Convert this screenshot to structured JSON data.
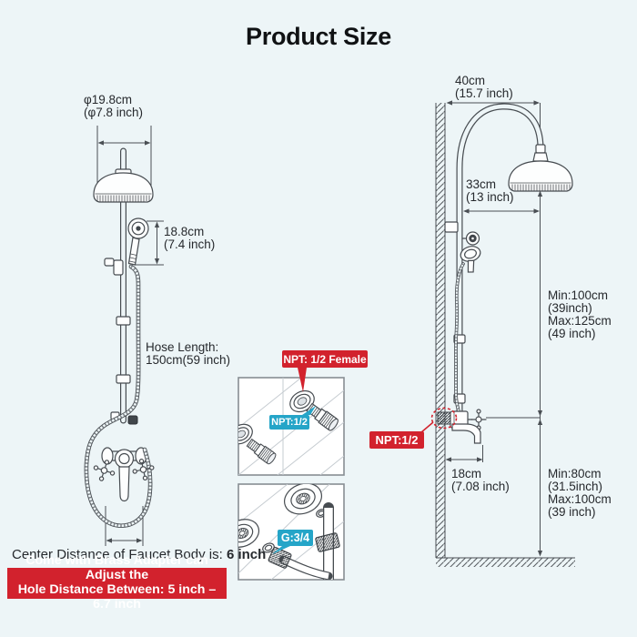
{
  "title": "Product Size",
  "colors": {
    "background": "#edf5f7",
    "red": "#d2222d",
    "cyan": "#25a5c8",
    "line": "#474c51",
    "text": "#26292d"
  },
  "left_diagram": {
    "head_diameter_l1": "φ19.8cm",
    "head_diameter_l2": "(φ7.8 inch)",
    "handheld_l1": "18.8cm",
    "handheld_l2": "(7.4 inch)",
    "hose_l1": "Hose Length:",
    "hose_l2": "150cm(59 inch)",
    "center_prefix": "Center Distance of Faucet Body is: ",
    "center_value": "6 inch"
  },
  "right_diagram": {
    "arm_l1": "40cm",
    "arm_l2": "(15.7 inch)",
    "offset_l1": "33cm",
    "offset_l2": "(13 inch)",
    "upper_l1": "Min:100cm",
    "upper_l2": "(39inch)",
    "upper_l3": "Max:125cm",
    "upper_l4": "(49 inch)",
    "spout_l1": "18cm",
    "spout_l2": "(7.08 inch)",
    "lower_l1": "Min:80cm",
    "lower_l2": "(31.5inch)",
    "lower_l3": "Max:100cm",
    "lower_l4": "(39 inch)",
    "npt_label": "NPT:1/2"
  },
  "insets": {
    "female_label": "NPT: 1/2 Female",
    "npt_half": "NPT:1/2",
    "g34": "G:3/4"
  },
  "note": {
    "line1": "Come with Brass Adapter can Adjust the",
    "line2_prefix": "Hole Distance Between: ",
    "line2_value": "5 inch – 6.7 inch"
  }
}
